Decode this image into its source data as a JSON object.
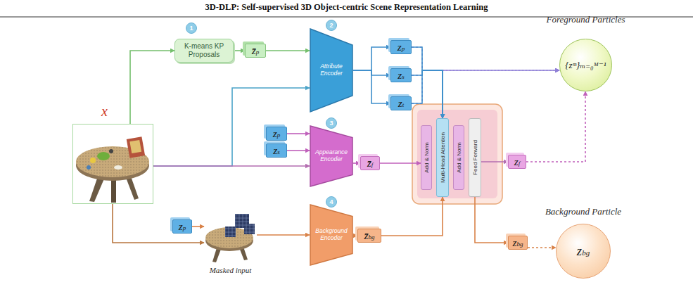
{
  "diagram": {
    "title": "3D-DLP: Self-supervised 3D Object-centric Scene Representation Learning",
    "nodes": [
      {
        "text": [
          "x"
        ]
      },
      {
        "text": [
          "K-means KP Proposals"
        ]
      },
      {
        "text": [
          "z̄p"
        ]
      },
      {
        "text": [
          "Attribute Encoder"
        ]
      },
      {
        "text": [
          "zp"
        ]
      },
      {
        "text": [
          "zs"
        ]
      },
      {
        "text": [
          "zt"
        ]
      },
      {
        "text": [
          "Foreground Particles",
          "{zᵐ}ₘ₌₀ᴹ⁻¹"
        ]
      },
      {
        "text": [
          "zp"
        ]
      },
      {
        "text": [
          "zs"
        ]
      },
      {
        "text": [
          "Appearance Encoder"
        ]
      },
      {
        "text": [
          "z̄f"
        ]
      },
      {
        "text": [
          "Add & Norm"
        ]
      },
      {
        "text": [
          "Multi-Head Attention"
        ]
      },
      {
        "text": [
          "Add & Norm"
        ]
      },
      {
        "text": [
          "Feed Forward"
        ]
      },
      {
        "text": [
          "zf"
        ]
      },
      {
        "text": [
          "zp"
        ]
      },
      {
        "text": [
          "Masked input"
        ]
      },
      {
        "text": [
          "Background Encoder"
        ]
      },
      {
        "text": [
          "z̄bg"
        ]
      },
      {
        "text": [
          "zbg"
        ]
      },
      {
        "text": [
          "Background Particle",
          "zbg"
        ]
      }
    ],
    "edges": [
      {
        "from": 0,
        "to": 1,
        "arrow": "to"
      },
      {
        "from": 1,
        "to": 2,
        "arrow": "to"
      },
      {
        "from": 2,
        "to": 3,
        "arrow": "to"
      },
      {
        "from": 0,
        "to": 3,
        "arrow": "to"
      },
      {
        "from": 0,
        "to": 10,
        "arrow": "to"
      },
      {
        "from": 3,
        "to": 4,
        "arrow": "to"
      },
      {
        "from": 3,
        "to": 5,
        "arrow": "to"
      },
      {
        "from": 3,
        "to": 6,
        "arrow": "to"
      },
      {
        "from": 4,
        "to": 7,
        "arrow": "to"
      },
      {
        "from": 5,
        "to": 7,
        "arrow": "to"
      },
      {
        "from": 6,
        "to": 7,
        "arrow": "to"
      },
      {
        "from": 4,
        "to": 13,
        "arrow": "to"
      },
      {
        "from": 5,
        "to": 13,
        "arrow": "to"
      },
      {
        "from": 6,
        "to": 13,
        "arrow": "to"
      },
      {
        "from": 8,
        "to": 10,
        "arrow": "to"
      },
      {
        "from": 9,
        "to": 10,
        "arrow": "to"
      },
      {
        "from": 10,
        "to": 11,
        "arrow": "to"
      },
      {
        "from": 11,
        "to": 12,
        "arrow": "to"
      },
      {
        "from": 20,
        "to": 13,
        "arrow": "to"
      },
      {
        "from": 15,
        "to": 16,
        "arrow": "to"
      },
      {
        "from": 15,
        "to": 21,
        "arrow": "to"
      },
      {
        "from": 16,
        "to": 7,
        "arrow": "to"
      },
      {
        "from": 21,
        "to": 22,
        "arrow": "to"
      },
      {
        "from": 0,
        "to": 18,
        "arrow": "to"
      },
      {
        "from": 17,
        "to": 18,
        "arrow": "to"
      },
      {
        "from": 18,
        "to": 19,
        "arrow": "to"
      },
      {
        "from": 19,
        "to": 20,
        "arrow": "to"
      }
    ],
    "labels": [
      "1",
      "2",
      "3",
      "4"
    ]
  }
}
